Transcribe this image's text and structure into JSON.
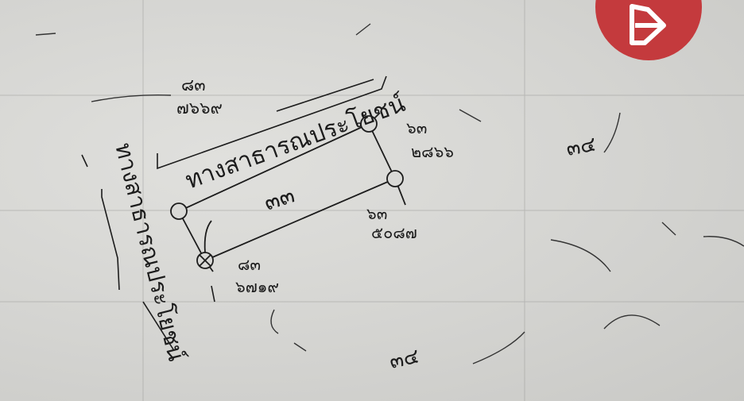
{
  "drawing": {
    "road_top_label": "ทางสาธารณประโยชน์",
    "road_left_label": "ทางสาธารณประโยชน์",
    "parcel_label": "๓๓",
    "neighbor_north_west": "๘๓\n๗๖๖๙",
    "neighbor_north_east": "๖๓\n๒๘๖๖",
    "neighbor_east": "๖๓\n๕๐๘๗",
    "neighbor_south_west": "๘๓\n๖๗๑๙",
    "marker_right": "๓๔",
    "marker_bottom": "๓๔"
  },
  "logo": {
    "name": "brand-logo-icon",
    "color": "#c43a3d"
  }
}
